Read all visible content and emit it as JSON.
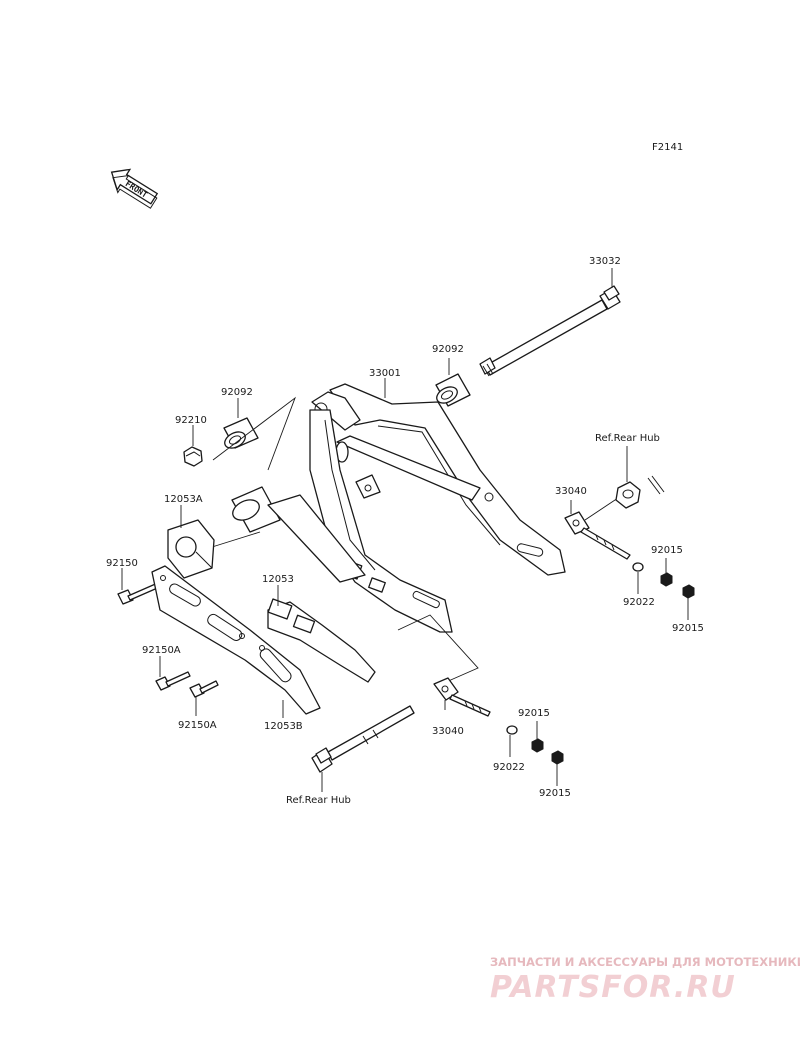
{
  "diagram_code": "F2141",
  "front_arrow": {
    "label": "FRONT",
    "icon": "front-direction-arrow"
  },
  "labels": {
    "p33032": "33032",
    "p92092_right": "92092",
    "p33001": "33001",
    "p92092_left": "92092",
    "p92210": "92210",
    "ref_rear_hub_top": "Ref.Rear Hub",
    "p33040_top": "33040",
    "p92015_a": "92015",
    "p92022_top": "92022",
    "p92015_b": "92015",
    "p12053A": "12053A",
    "p92150": "92150",
    "p12053": "12053",
    "p92150A_a": "92150A",
    "p92150A_b": "92150A",
    "p12053B": "12053B",
    "p33040_bottom": "33040",
    "p92015_c": "92015",
    "p92022_bottom": "92022",
    "p92015_d": "92015",
    "ref_rear_hub_bottom": "Ref.Rear Hub"
  },
  "watermark": {
    "tagline": "ЗАПЧАСТИ И АКСЕССУАРЫ ДЛЯ МОТОТЕХНИКИ",
    "brand": "PARTSFOR.RU"
  }
}
